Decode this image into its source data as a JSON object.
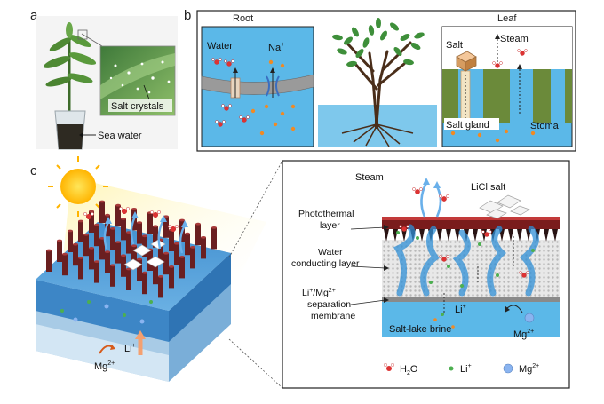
{
  "panels": {
    "a": {
      "letter": "a",
      "salt_crystals_label": "Salt crystals",
      "sea_water_label": "Sea water"
    },
    "b": {
      "letter": "b",
      "root_title": "Root",
      "leaf_title": "Leaf",
      "water_label": "Water",
      "sodium_label": "Na",
      "sodium_sup": "+",
      "salt_label": "Salt",
      "steam_label": "Steam",
      "salt_gland_label": "Salt gland",
      "stoma_label": "Stoma"
    },
    "c": {
      "letter": "c",
      "li_label": "Li",
      "li_sup": "+",
      "mg_label": "Mg",
      "mg_sup": "2+",
      "detail": {
        "steam_label": "Steam",
        "licl_label": "LiCl salt",
        "photothermal_line1": "Photothermal",
        "photothermal_line2": "layer",
        "water_cond_line1": "Water",
        "water_cond_line2": "conducting layer",
        "membrane_line1_a": "Li",
        "membrane_line1_sup_a": "+",
        "membrane_line1_b": "/Mg",
        "membrane_line1_sup_b": "2+",
        "membrane_line2": "separation",
        "membrane_line3": "membrane",
        "brine_label": "Salt-lake brine",
        "li_label": "Li",
        "li_sup": "+",
        "mg_label": "Mg",
        "mg_sup": "2+"
      },
      "legend": {
        "h2o_a": "H",
        "h2o_sub": "2",
        "h2o_b": "O",
        "li_a": "Li",
        "li_sup": "+",
        "mg_a": "Mg",
        "mg_sup": "2+"
      }
    }
  },
  "colors": {
    "water_blue": "#5bb8e8",
    "pillar_dark": "#5a1f1f",
    "pillar_red": "#a82a2a",
    "leaf_green": "#6b8a3a",
    "membrane_gray": "#8a8a8a",
    "ion_orange": "#f08a24",
    "li_green": "#4caf50",
    "mg_blue": "#8ab4f0"
  }
}
